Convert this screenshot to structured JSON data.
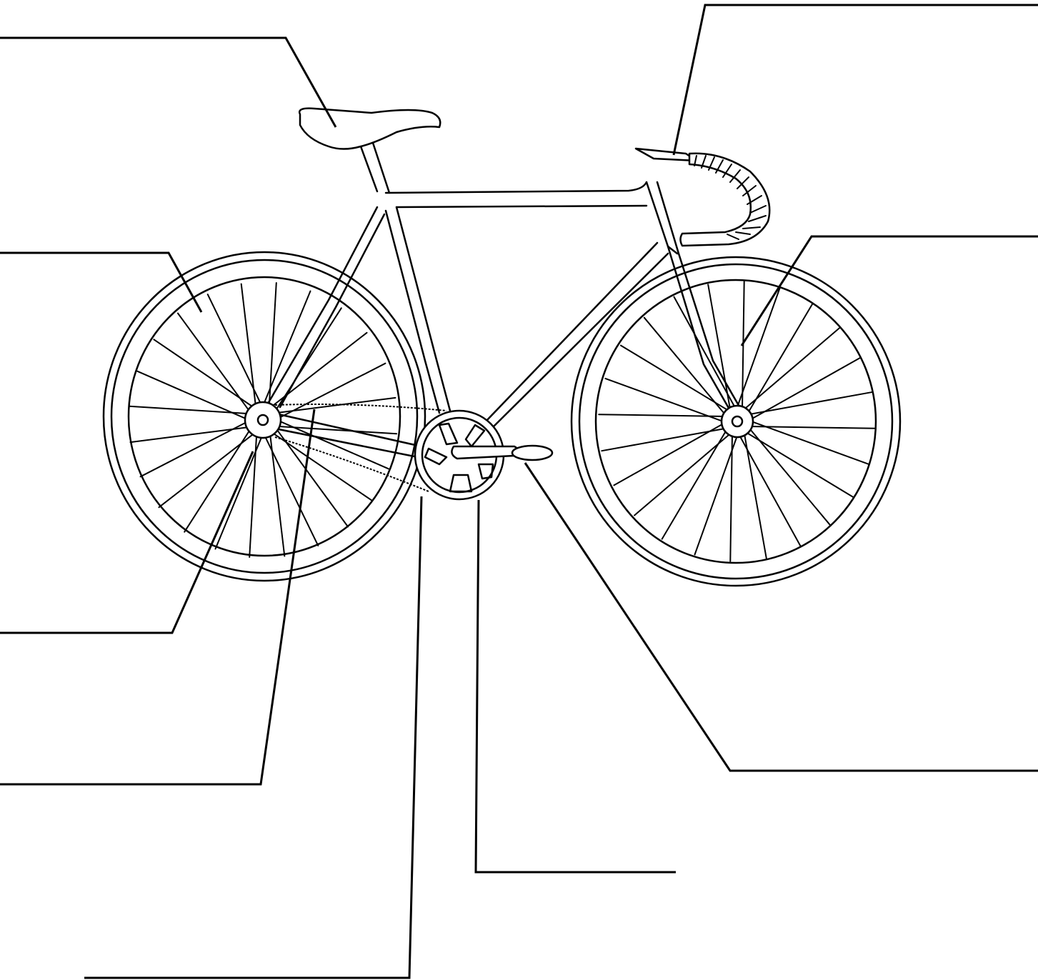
{
  "diagram": {
    "subject": "bicycle-parts-worksheet",
    "labels": [
      {
        "id": "saddle",
        "text": ""
      },
      {
        "id": "handlebars",
        "text": ""
      },
      {
        "id": "rear-wheel",
        "text": ""
      },
      {
        "id": "front-wheel",
        "text": ""
      },
      {
        "id": "rear-hub",
        "text": ""
      },
      {
        "id": "chain",
        "text": ""
      },
      {
        "id": "pedal",
        "text": ""
      },
      {
        "id": "crank",
        "text": ""
      },
      {
        "id": "chainring",
        "text": ""
      }
    ],
    "colors": {
      "ink": "#000000",
      "background": "#ffffff"
    }
  }
}
